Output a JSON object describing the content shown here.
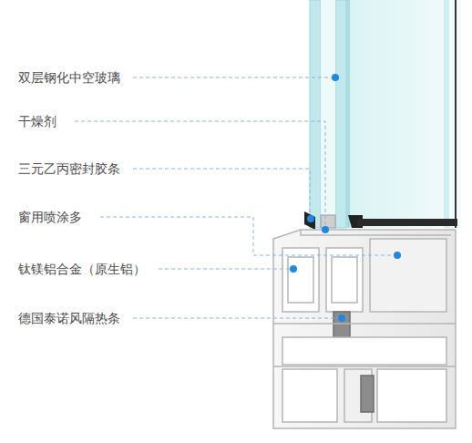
{
  "diagram": {
    "labels": [
      "双层钢化中空玻璃",
      "干燥剂",
      "三元乙丙密封胶条",
      "窗用喷涂多",
      "钛镁铝合金（原生铝）",
      "德国泰诺风隔热条"
    ]
  }
}
